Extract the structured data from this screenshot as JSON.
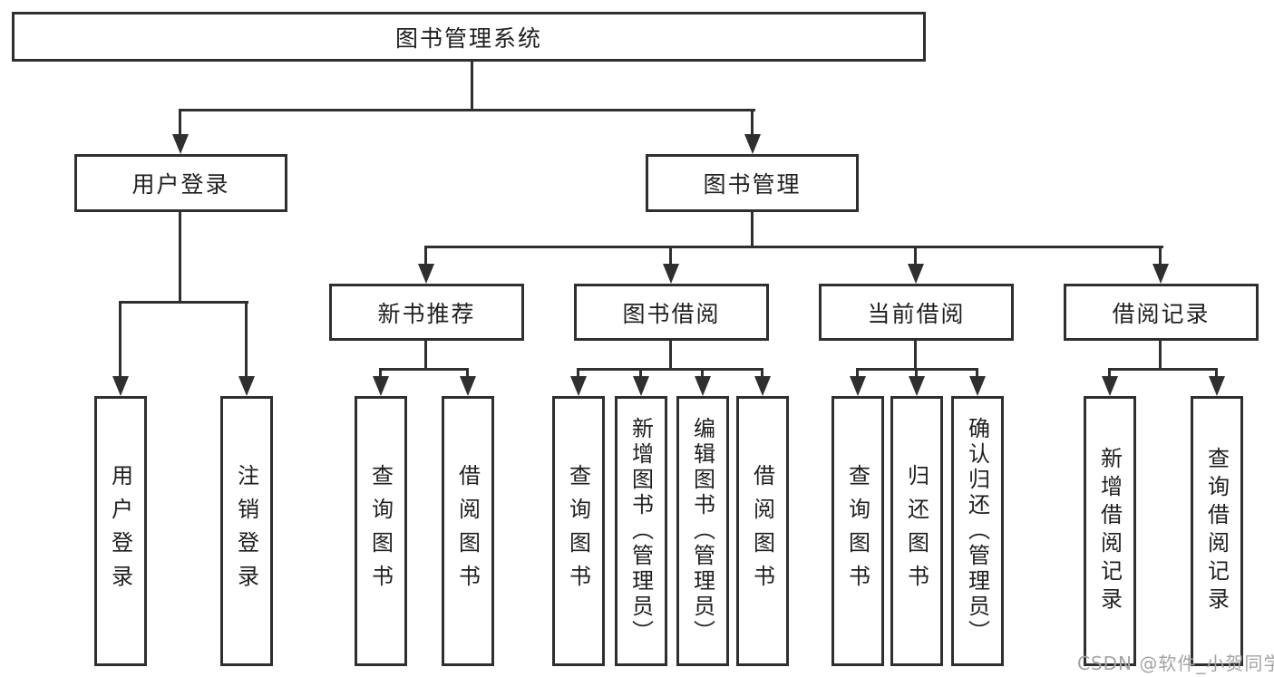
{
  "colors": {
    "line": "#2f2f2f",
    "box_border": "#2f2f2f",
    "box_background": "#ffffff",
    "text": "#1f1f1f",
    "watermark_text": "#a3a3a3",
    "page_background": "#ffffff"
  },
  "watermark": {
    "text": "CSDN @软件_小贺同学"
  },
  "tree": {
    "root": {
      "label": "图书管理系统",
      "children": [
        {
          "label": "用户登录",
          "children": [
            {
              "label": "用户登录"
            },
            {
              "label": "注销登录"
            }
          ]
        },
        {
          "label": "图书管理",
          "children": [
            {
              "label": "新书推荐",
              "children": [
                {
                  "label": "查询图书"
                },
                {
                  "label": "借阅图书"
                }
              ]
            },
            {
              "label": "图书借阅",
              "children": [
                {
                  "label": "查询图书"
                },
                {
                  "label": "新增图书（管理员）"
                },
                {
                  "label": "编辑图书（管理员）"
                },
                {
                  "label": "借阅图书"
                }
              ]
            },
            {
              "label": "当前借阅",
              "children": [
                {
                  "label": "查询图书"
                },
                {
                  "label": "归还图书"
                },
                {
                  "label": "确认归还（管理员）"
                }
              ]
            },
            {
              "label": "借阅记录",
              "children": [
                {
                  "label": "新增借阅记录"
                },
                {
                  "label": "查询借阅记录"
                }
              ]
            }
          ]
        }
      ]
    }
  }
}
